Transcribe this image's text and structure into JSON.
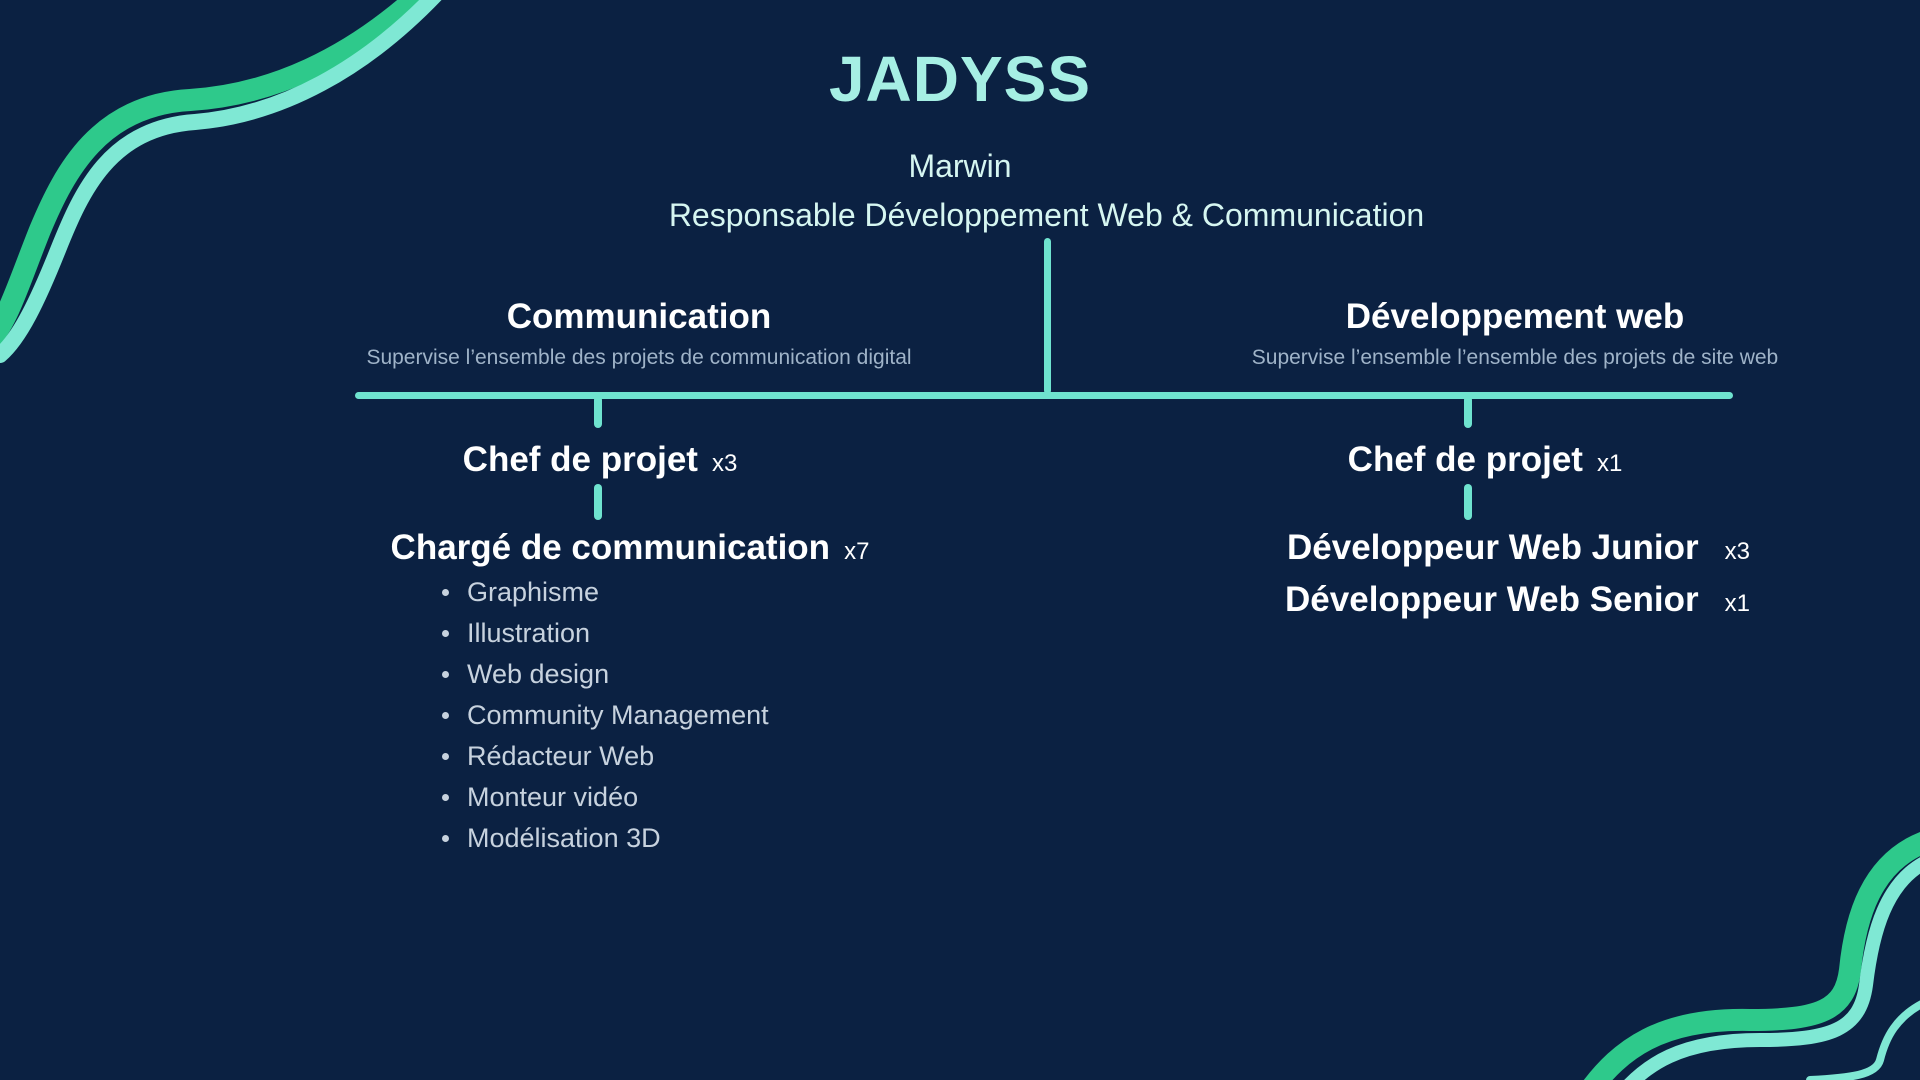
{
  "title": "JADYSS",
  "manager": {
    "name": "Marwin",
    "role": "Responsable Développement Web & Communication"
  },
  "departments": {
    "communication": {
      "title": "Communication",
      "description": "Supervise l’ensemble des projets de communication digital",
      "chef": {
        "label": "Chef de projet",
        "count": "x3"
      },
      "charge": {
        "label": "Chargé de communication",
        "count": "x7"
      },
      "skills": [
        "Graphisme",
        "Illustration",
        "Web design",
        "Community Management",
        "Rédacteur Web",
        "Monteur vidéo",
        "Modélisation 3D"
      ]
    },
    "web": {
      "title": "Développement web",
      "description": "Supervise l’ensemble l’ensemble des projets de site web",
      "chef": {
        "label": "Chef de projet",
        "count": "x1"
      },
      "junior": {
        "label": "Développeur Web Junior",
        "count": "x3"
      },
      "senior": {
        "label": "Développeur Web Senior",
        "count": "x1"
      }
    }
  },
  "colors": {
    "background": "#0b2142",
    "connector": "#6fe3cf",
    "accent_dark": "#2ec98b",
    "accent_light": "#7fe8d4"
  }
}
